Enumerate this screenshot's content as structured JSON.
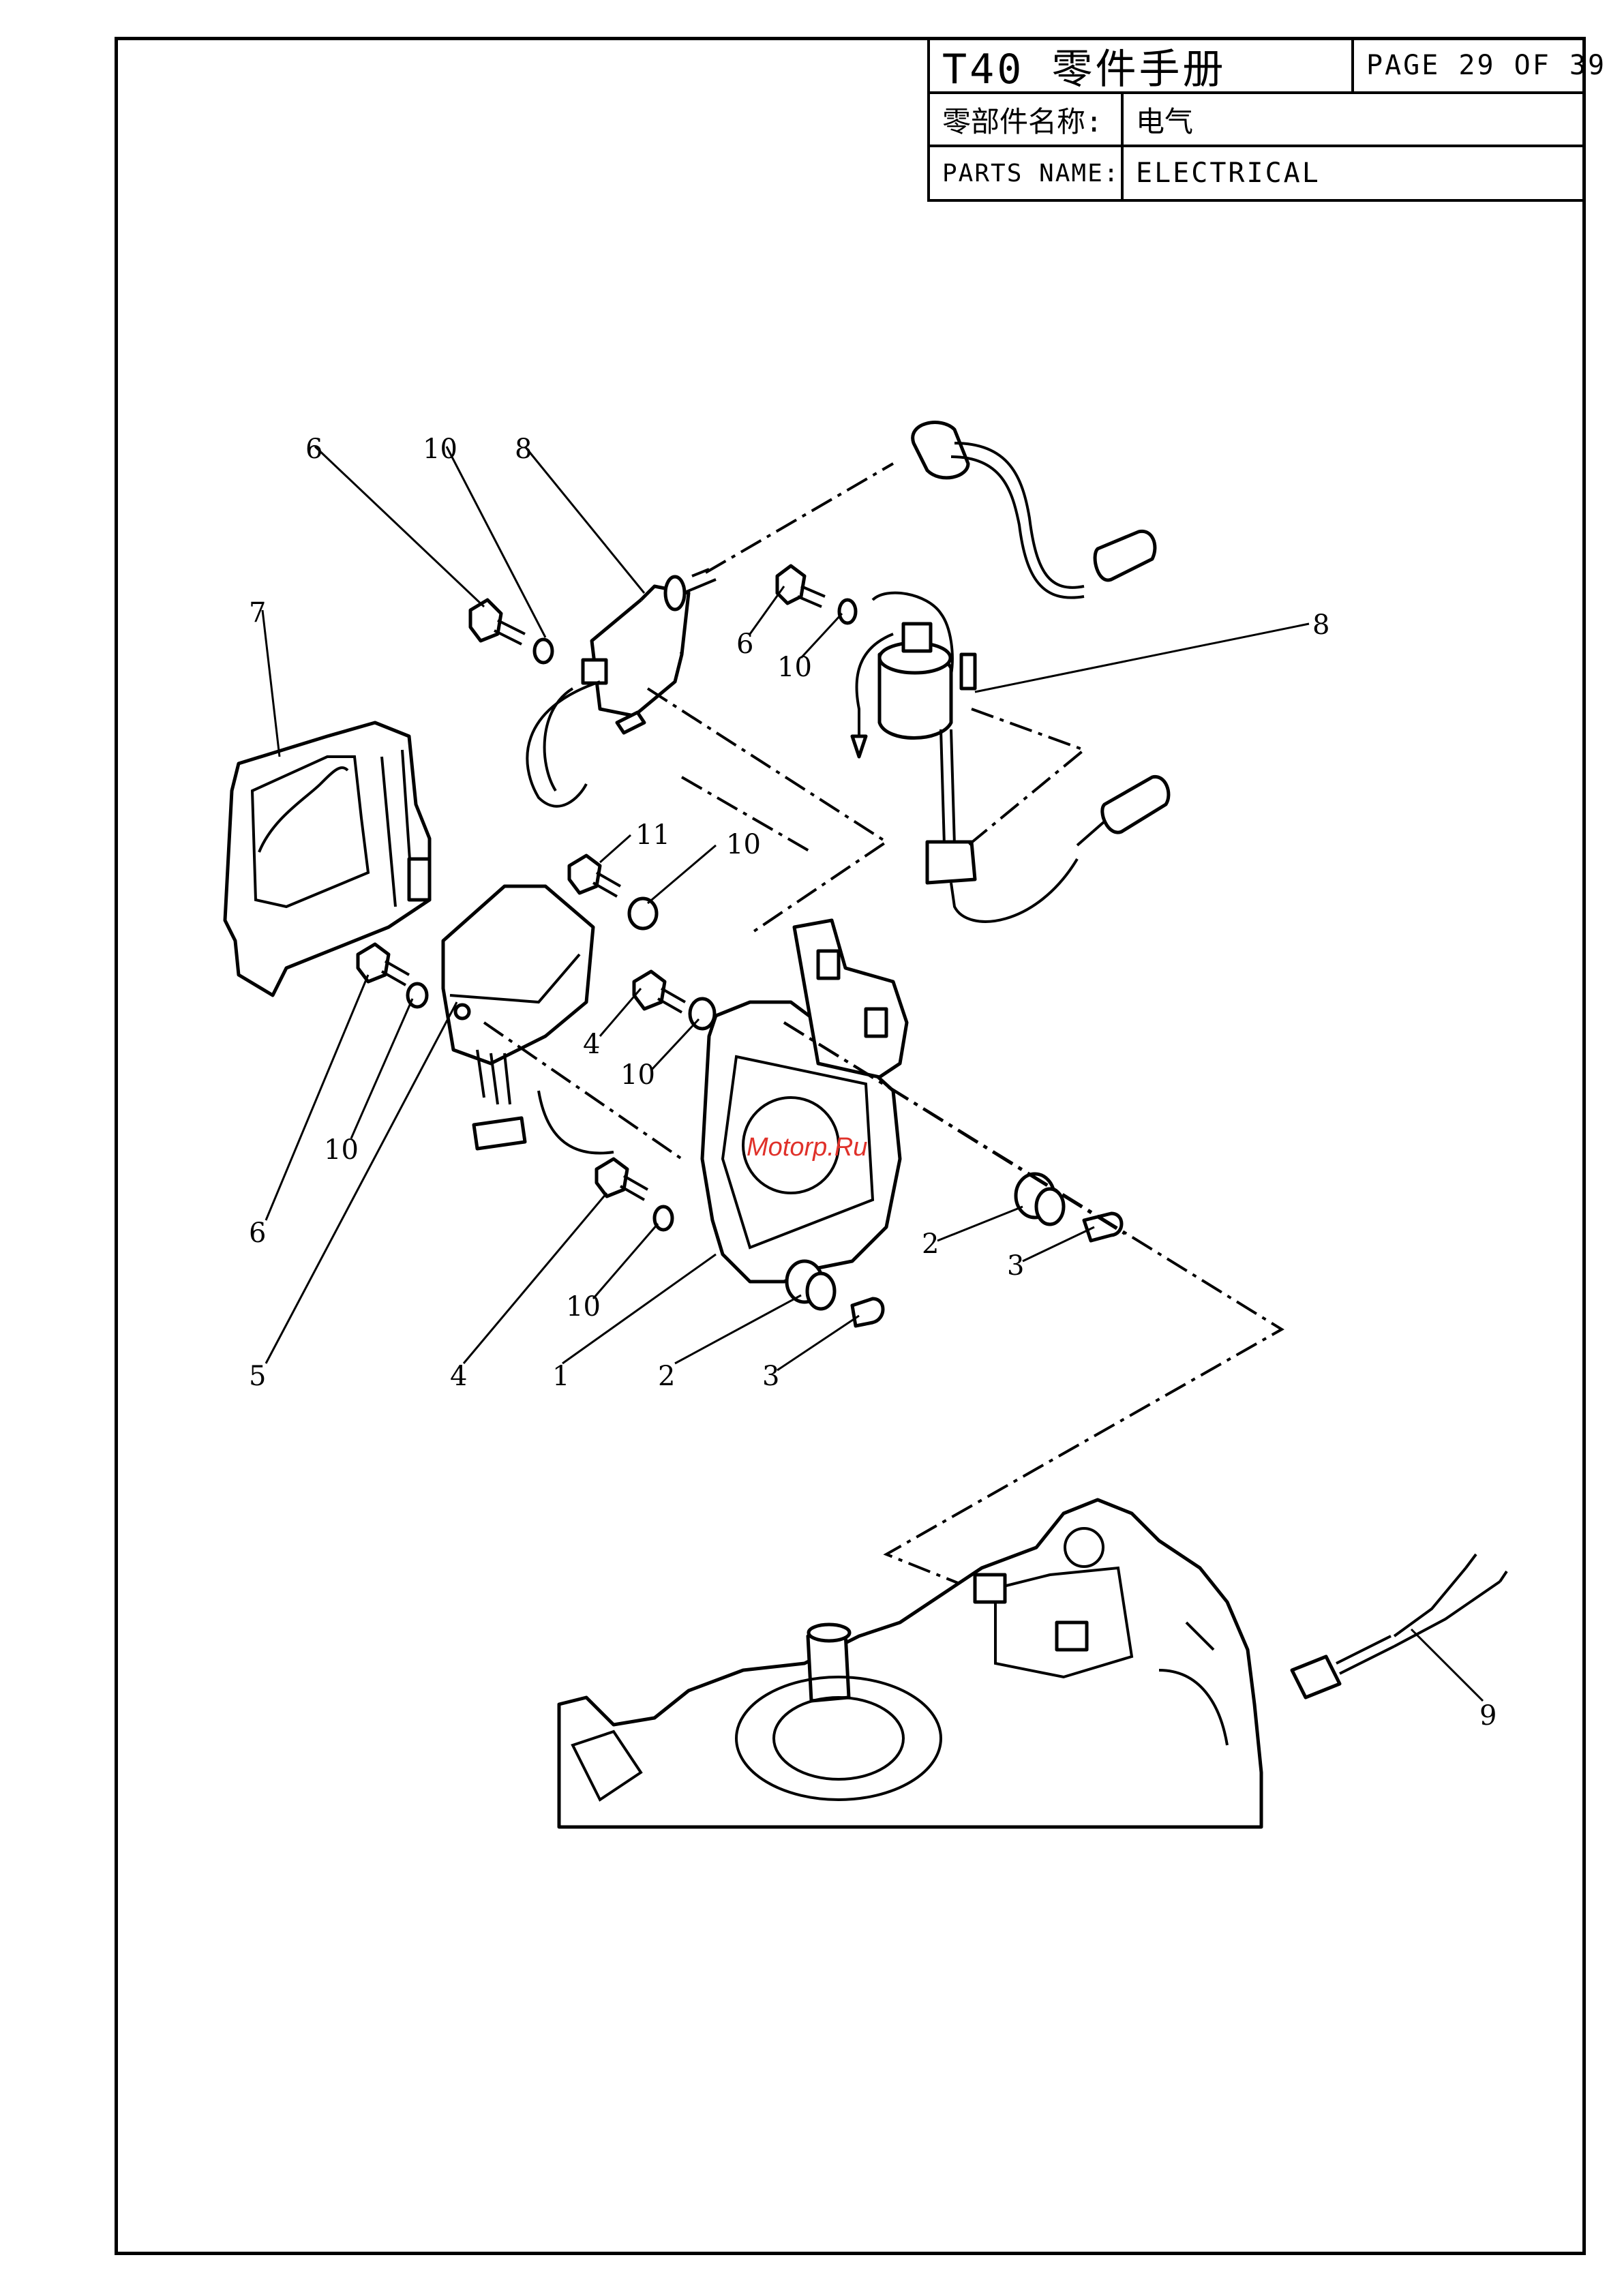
{
  "title_block": {
    "model_title": "T40 零件手册",
    "page": "PAGE 29 OF 39",
    "parts_name_label_cn": "零部件名称:",
    "parts_name_value_cn": "电气",
    "parts_name_label_en": "PARTS NAME:",
    "parts_name_value_en": "ELECTRICAL"
  },
  "watermark": "Motorp.Ru",
  "callouts": {
    "c1": "6",
    "c2": "10",
    "c3": "8",
    "c4": "7",
    "c5": "6",
    "c6": "10",
    "c7": "8",
    "c8": "11",
    "c9": "10",
    "c10": "4",
    "c11": "10",
    "c12": "10",
    "c13": "6",
    "c14": "5",
    "c15": "4",
    "c16": "10",
    "c17": "1",
    "c18": "2",
    "c19": "3",
    "c20": "2",
    "c21": "3",
    "c22": "9"
  }
}
